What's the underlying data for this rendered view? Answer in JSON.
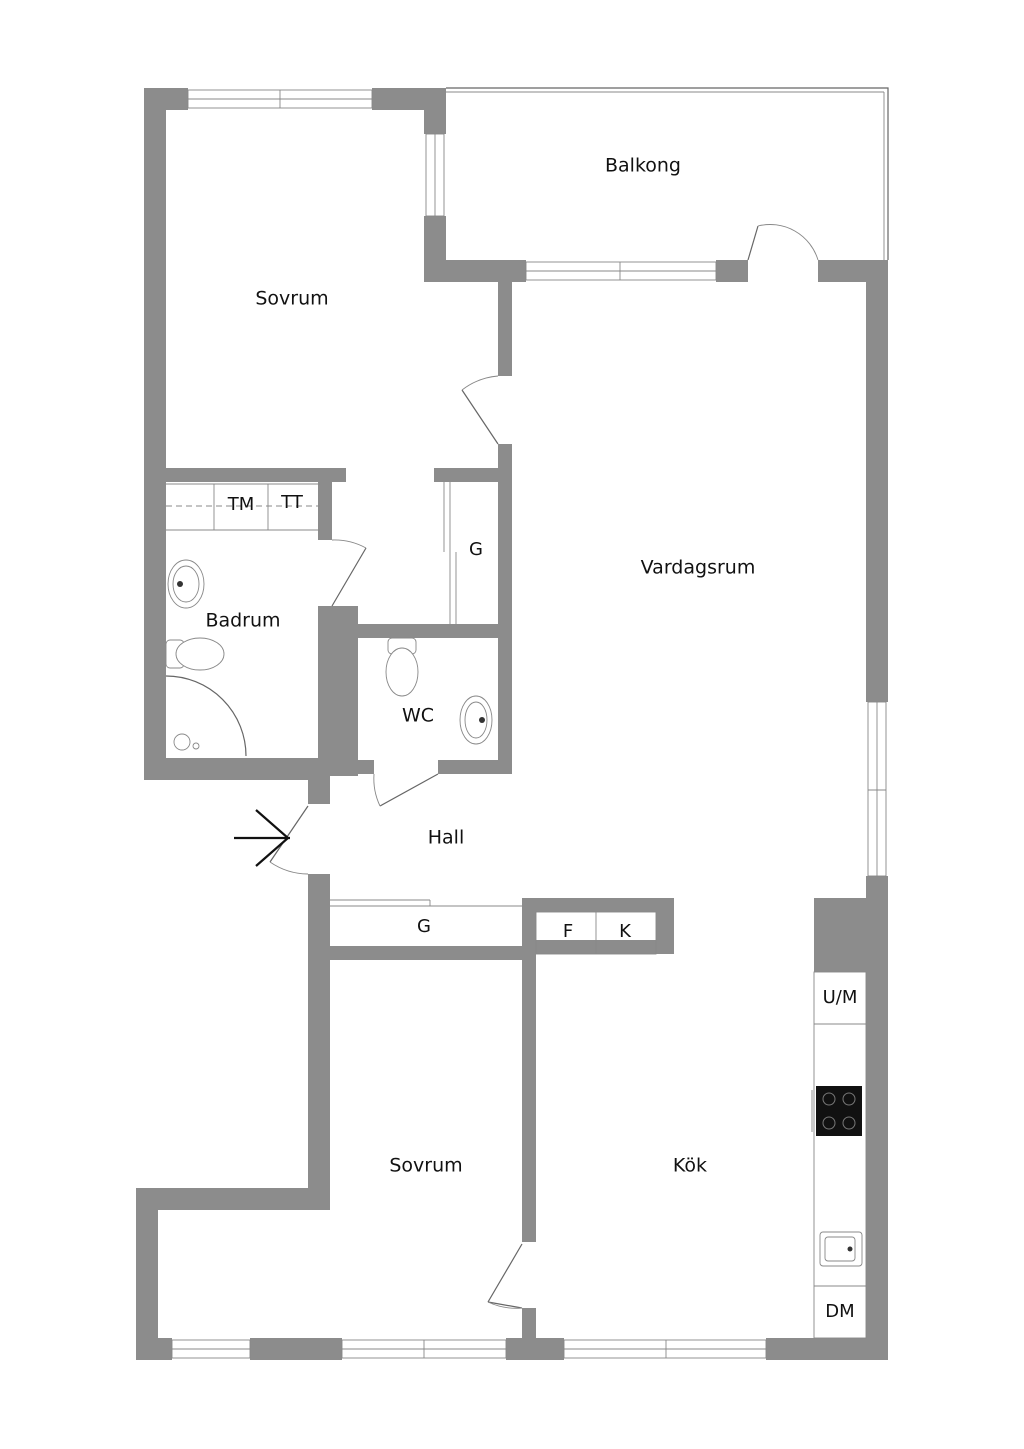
{
  "rooms": {
    "balkong": "Balkong",
    "sovrum_top": "Sovrum",
    "vardagsrum": "Vardagsrum",
    "badrum": "Badrum",
    "wc": "WC",
    "hall": "Hall",
    "sovrum_bottom": "Sovrum",
    "kok": "Kök"
  },
  "fixtures": {
    "tm": "TM",
    "tt": "TT",
    "g_upper": "G",
    "g_hall": "G",
    "f": "F",
    "k": "K",
    "um": "U/M",
    "dm": "DM"
  },
  "colors": {
    "wall": "#8c8c8c",
    "background": "#ffffff"
  }
}
